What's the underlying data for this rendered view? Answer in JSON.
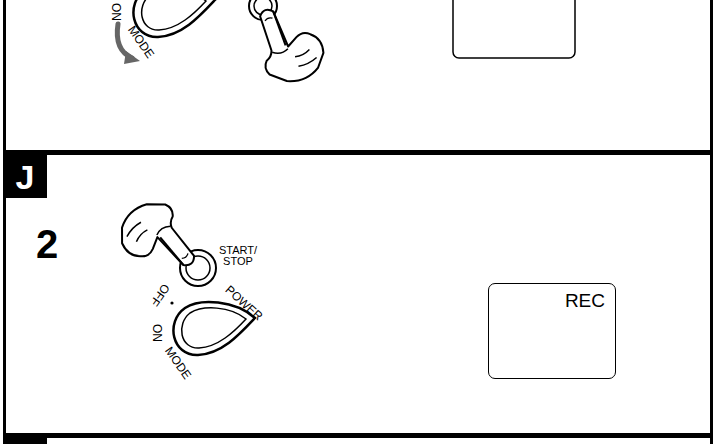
{
  "diagram": {
    "nodes": [
      {
        "text": [
          "J"
        ]
      },
      {
        "text": [
          "REC"
        ]
      }
    ],
    "labels": [
      "ON",
      "MODE",
      "2",
      "START/ STOP",
      "OFF",
      "POWER",
      "ON",
      "MODE"
    ]
  }
}
